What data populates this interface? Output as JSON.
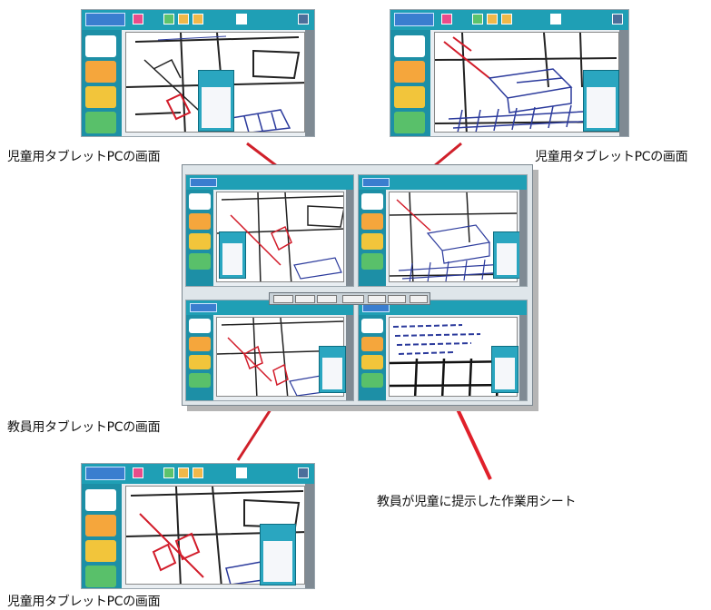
{
  "captions": {
    "student_top_left": "児童用タブレットPCの画面",
    "student_top_right": "児童用タブレットPCの画面",
    "teacher": "教員用タブレットPCの画面",
    "student_bottom": "児童用タブレットPCの画面",
    "worksheet_note": "教員が児童に提示した作業用シート"
  },
  "colors": {
    "connector": "#d0202a",
    "arrow": "#e0202a",
    "tool_accent": "#1f9fb5"
  }
}
